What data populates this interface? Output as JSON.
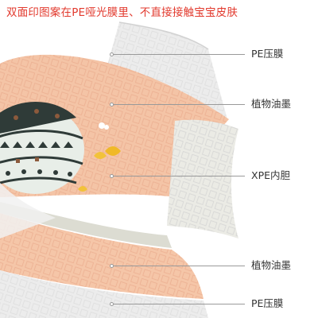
{
  "headline": "双面印图案在PE哑光膜里、不直接接触宝宝皮肤",
  "colors": {
    "headline": "#e23a2e",
    "film": "#e9e9e9",
    "print": "#f4c2a4",
    "foam": "#e6e6de",
    "callout_line": "#9a9a9a",
    "label": "#333333"
  },
  "layers": [
    {
      "label": "PE压膜"
    },
    {
      "label": "植物油墨"
    },
    {
      "label": "XPE内胆"
    },
    {
      "label": "植物油墨"
    },
    {
      "label": "PE压膜"
    }
  ]
}
